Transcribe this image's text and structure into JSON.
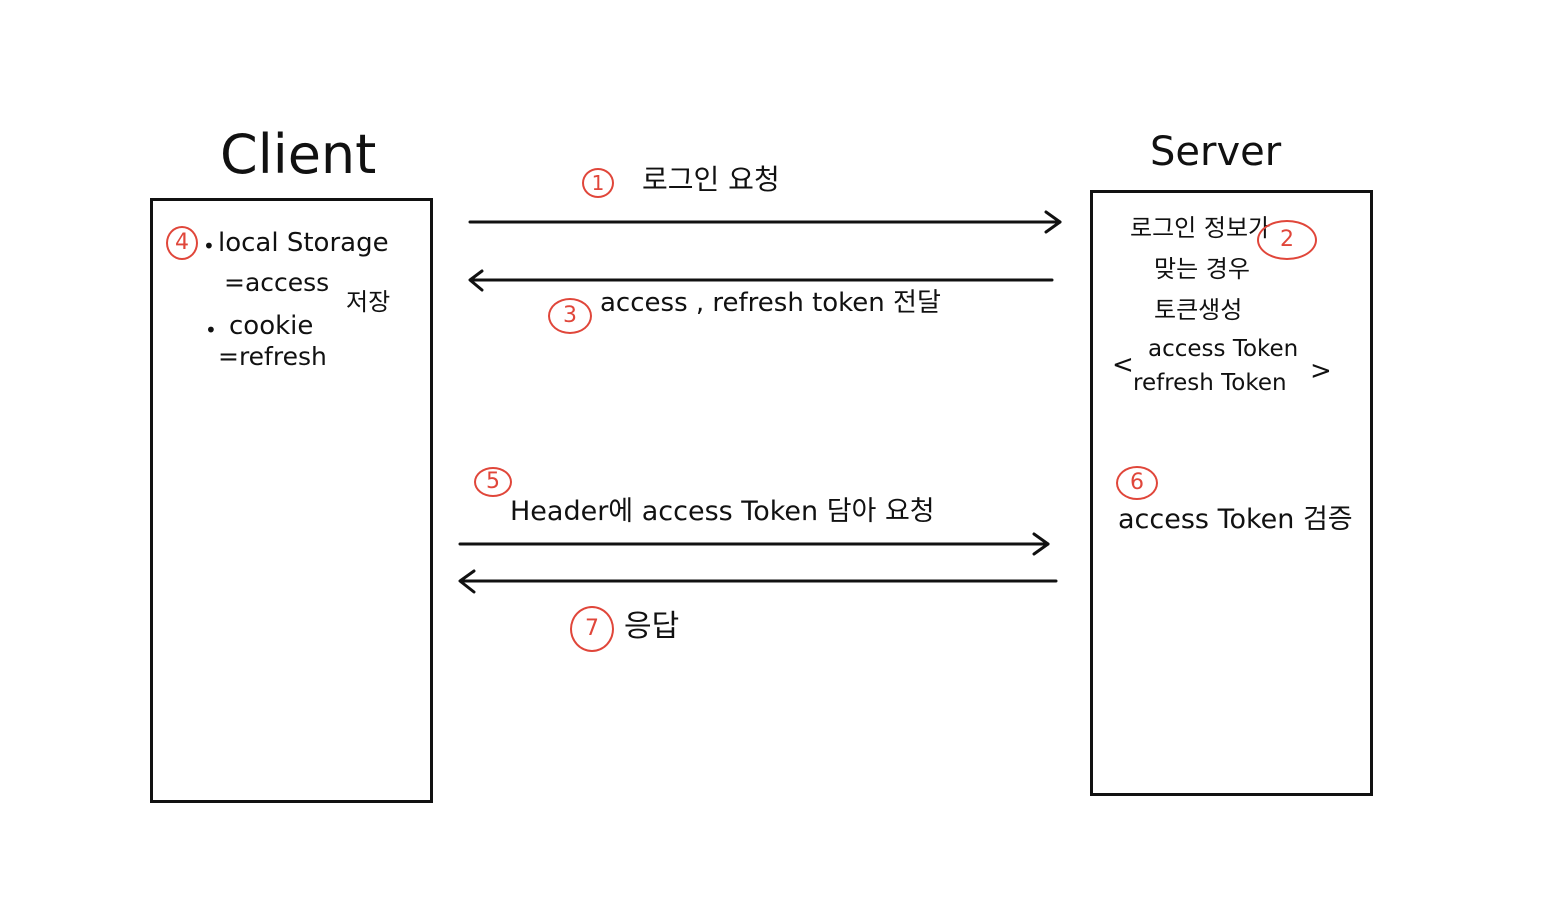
{
  "client": {
    "title": "Client",
    "storage_line1": "local Storage",
    "storage_line2": "=access",
    "cookie_line1": "cookie",
    "cookie_line2": "=refresh",
    "save_label": "저장"
  },
  "server": {
    "title": "Server",
    "line1": "로그인 정보가",
    "line2": "맞는 경우",
    "line3": "토큰생성",
    "bracket_open": "<",
    "token1": "access Token",
    "token2": "refresh Token",
    "bracket_close": ">",
    "verify_label": "access Token 검증"
  },
  "steps": [
    {
      "num": "1",
      "label": "로그인 요청"
    },
    {
      "num": "2",
      "label": ""
    },
    {
      "num": "3",
      "label": "access , refresh token 전달"
    },
    {
      "num": "4",
      "label": ""
    },
    {
      "num": "5",
      "label": "Header에 access Token 담아 요청"
    },
    {
      "num": "6",
      "label": ""
    },
    {
      "num": "7",
      "label": "응답"
    }
  ],
  "colors": {
    "ink": "#111111",
    "accent": "#e0463a",
    "background": "#ffffff"
  }
}
